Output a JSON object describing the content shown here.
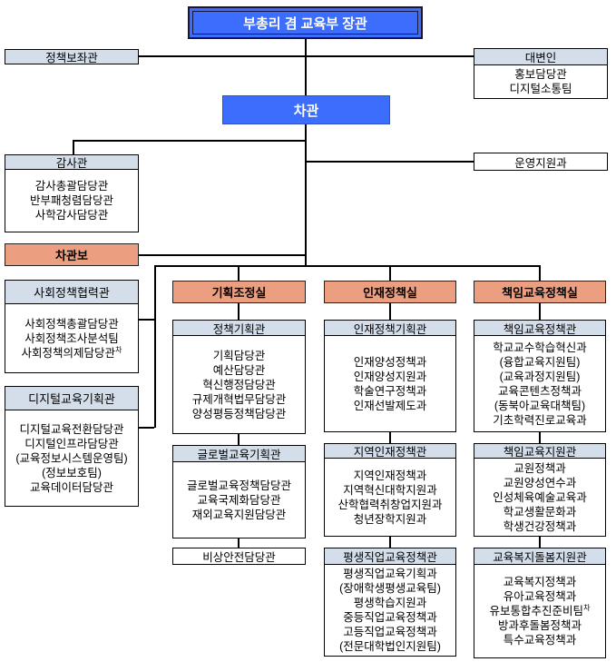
{
  "title": "교육부 조직도",
  "colors": {
    "executive_blue": "#3D6DFD",
    "office_salmon": "#EC9F80",
    "bureau_header_blue": "#D3DEEA",
    "line_black": "#000000",
    "background": "#FFFFFF"
  },
  "top": {
    "minister_label": "부총리 겸 교육부 장관",
    "policy_advisor_label": "정책보좌관",
    "spokesperson": {
      "title": "대변인",
      "items": [
        "홍보담당관",
        "디지털소통팀"
      ]
    },
    "vice_minister_label": "차관",
    "audit": {
      "title": "감사관",
      "items": [
        "감사총괄담당관",
        "반부패청렴담당관",
        "사학감사담당관"
      ]
    },
    "operation_support_label": "운영지원과",
    "deputy_minister_label": "차관보"
  },
  "left_groups": [
    {
      "title": "사회정책협력관",
      "items": [
        "사회정책총괄담당관",
        "사회정책조사분석팀",
        {
          "text": "사회정책의제담당관",
          "sup": "차"
        }
      ]
    },
    {
      "title": "디지털교육기획관",
      "items": [
        "디지털교육전환담당관",
        "디지털인프라담당관",
        "(교육정보시스템운영팀)",
        "(정보보호팀)",
        "교육데이터담당관"
      ]
    }
  ],
  "columns": [
    {
      "office": "기획조정실",
      "groups": [
        {
          "title": "정책기획관",
          "items": [
            "기획담당관",
            "예산담당관",
            "혁신행정담당관",
            "규제개혁법무담당관",
            "양성평등정책담당관"
          ]
        },
        {
          "title": "글로벌교육기획관",
          "items": [
            "글로벌교육정책담당관",
            "교육국제화담당관",
            "재외교육지원담당관"
          ]
        }
      ],
      "single_label": "비상안전담당관"
    },
    {
      "office": "인재정책실",
      "groups": [
        {
          "title": "인재정책기획관",
          "items": [
            "인재양성정책과",
            "인재양성지원과",
            "학술연구정책과",
            "인재선발제도과"
          ]
        },
        {
          "title": "지역인재정책관",
          "items": [
            "지역인재정책과",
            "지역혁신대학지원과",
            "산학협력취창업지원과",
            "청년장학지원과"
          ]
        },
        {
          "title": "평생직업교육정책관",
          "items": [
            "평생직업교육기획과",
            "(장애학생평생교육팀)",
            "평생학습지원과",
            "중등직업교육정책과",
            "고등직업교육정책과",
            "(전문대학법인지원팀)"
          ]
        }
      ]
    },
    {
      "office": "책임교육정책실",
      "groups": [
        {
          "title": "책임교육정책관",
          "items": [
            "학교교수학습혁신과",
            "(융합교육지원팀)",
            "(교육과정지원팀)",
            "교육콘텐츠정책과",
            "(동북아교육대책팀)",
            "기초학력진로교육과"
          ]
        },
        {
          "title": "책임교육지원관",
          "items": [
            "교원정책과",
            "교원양성연수과",
            "인성체육예술교육과",
            "학교생활문화과",
            "학생건강정책과"
          ]
        },
        {
          "title": "교육복지돌봄지원관",
          "items": [
            "교육복지정책과",
            "유아교육정책과",
            {
              "text": "유보통합추진준비팀",
              "sup": "차"
            },
            "방과후돌봄정책과",
            "특수교육정책과"
          ]
        }
      ]
    }
  ]
}
